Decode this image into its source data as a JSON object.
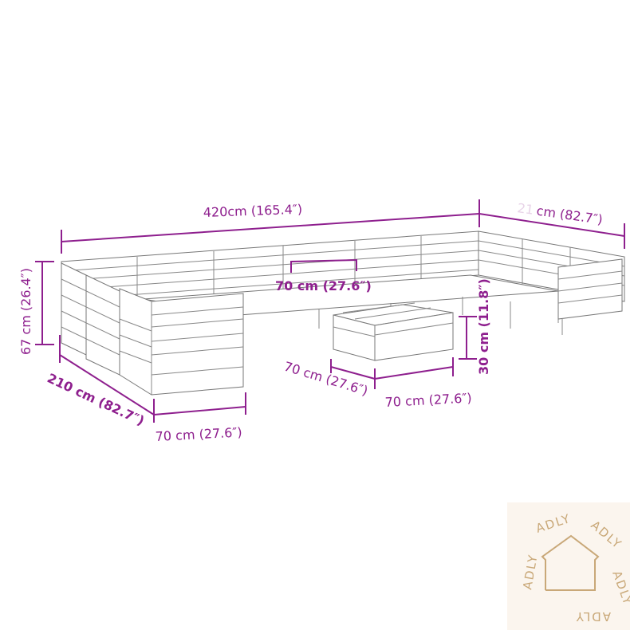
{
  "dimensions": {
    "total_width": "420cm (165.4″)",
    "right_depth": "cm (82.7″)",
    "right_depth_faded": "21",
    "height": "67 cm (26.4″)",
    "seat_width": "70 cm (27.6″)",
    "ottoman_height": "30 cm (11.8″)",
    "ottoman_depth": "70 cm (27.6″)",
    "ottoman_width": "70 cm (27.6″)",
    "left_depth": "210 cm (82.7″)",
    "chair_width": "70 cm (27.6″)"
  },
  "logo": {
    "text": "ADLY"
  },
  "colors": {
    "dimension": "#8e1f8e",
    "logo": "#c9a878"
  }
}
